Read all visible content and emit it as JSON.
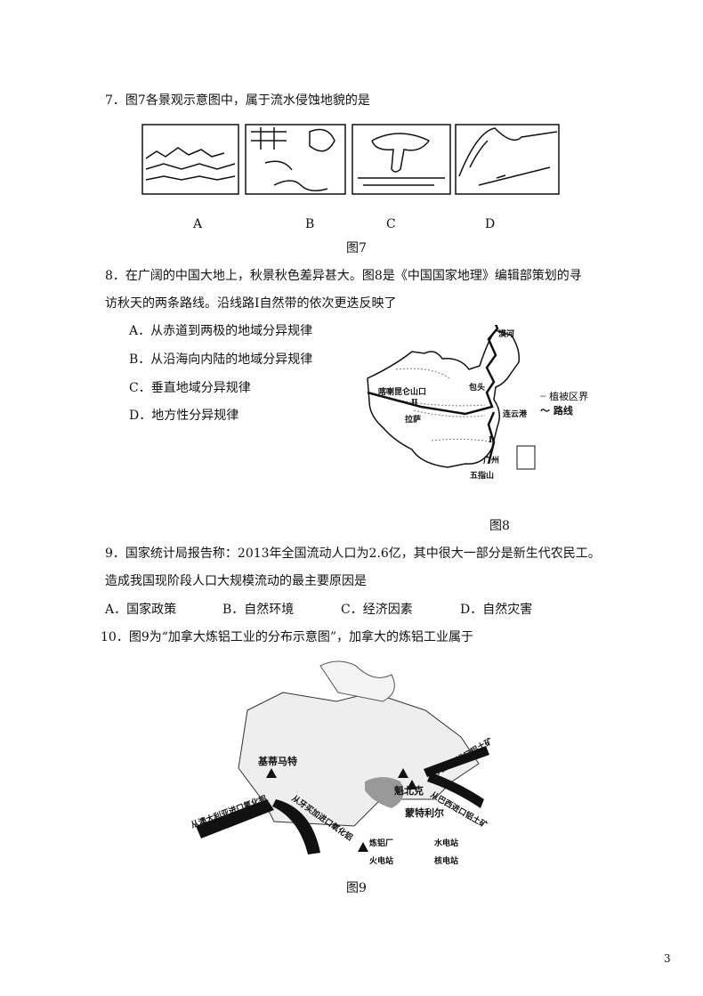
{
  "q7": {
    "stem": "7．图7各景观示意图中，属于流水侵蚀地貌的是",
    "labels": [
      "A",
      "B",
      "C",
      "D"
    ],
    "caption": "图7"
  },
  "q8": {
    "stem_line1": "8．在广阔的中国大地上，秋景秋色差异甚大。图8是《中国国家地理》编辑部策划的寻",
    "stem_line2": "访秋天的两条路线。沿线路Ⅰ自然带的依次更迭反映了",
    "options": [
      "A．从赤道到两极的地域分异规律",
      "B．从沿海向内陆的地域分异规律",
      "C．垂直地域分异规律",
      "D．地方性分异规律"
    ],
    "map": {
      "places": [
        "漠河",
        "包头",
        "喀喇昆仑山口",
        "连云港",
        "拉萨",
        "广州",
        "五指山"
      ],
      "routes": [
        "Ⅰ",
        "Ⅱ"
      ],
      "legend": [
        "植被区界",
        "路线"
      ]
    },
    "caption": "图8"
  },
  "q9": {
    "stem_line1": "9．国家统计局报告称：2013年全国流动人口为2.6亿，其中很大一部分是新生代农民工。",
    "stem_line2": "造成我国现阶段人口大规模流动的最主要原因是",
    "options": [
      "A．国家政策",
      "B．自然环境",
      "C．经济因素",
      "D．自然灾害"
    ]
  },
  "q10": {
    "stem": "10．图9为“加拿大炼铝工业的分布示意图”，加拿大的炼铝工业属于",
    "map": {
      "places": [
        "基蒂马特",
        "魁北克",
        "蒙特利尔"
      ],
      "arrows": [
        "从澳大利亚进口氧化铝",
        "从牙买加进口氧化铝",
        "从几内亚进口铝土矿",
        "从巴西进口铝土矿"
      ],
      "legend": [
        "炼铝厂",
        "水电站",
        "火电站",
        "核电站"
      ]
    },
    "caption": "图9"
  },
  "page_number": "3"
}
